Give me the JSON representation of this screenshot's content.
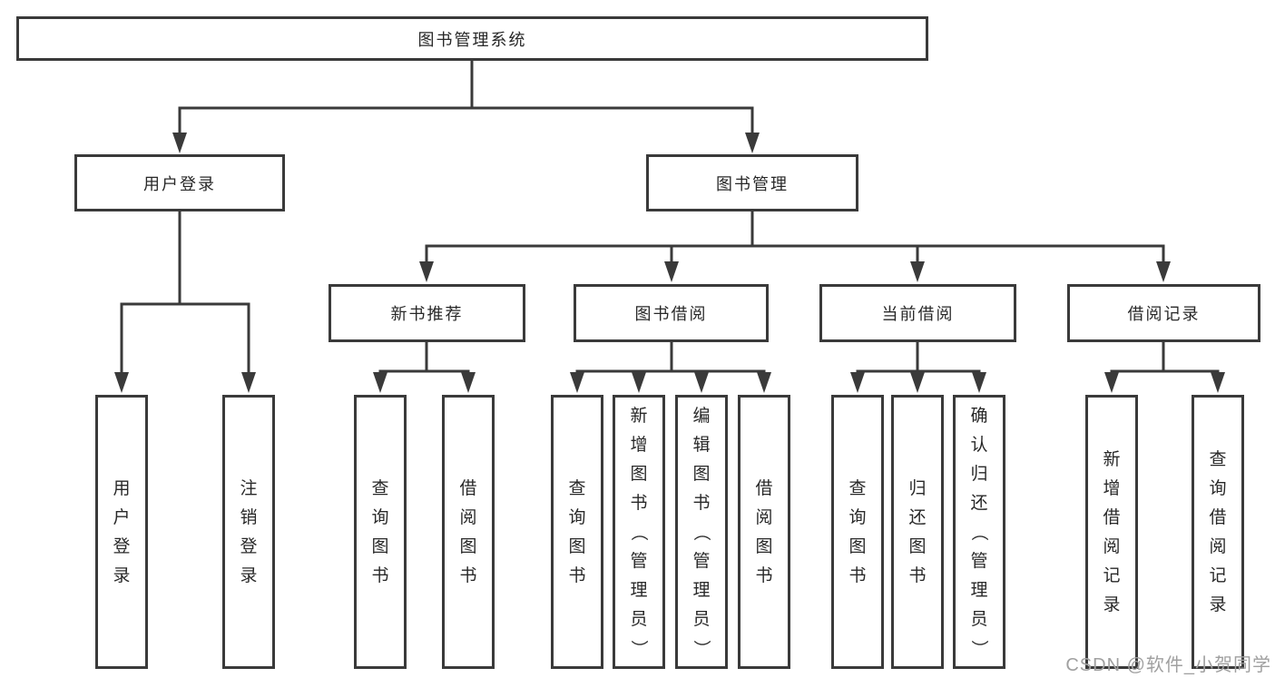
{
  "tree": {
    "root": {
      "label": "图书管理系统"
    },
    "branches": [
      {
        "label": "用户登录",
        "children": [
          {
            "label": "用户登录"
          },
          {
            "label": "注销登录"
          }
        ]
      },
      {
        "label": "图书管理",
        "children": [
          {
            "label": "新书推荐",
            "children": [
              {
                "label": "查询图书"
              },
              {
                "label": "借阅图书"
              }
            ]
          },
          {
            "label": "图书借阅",
            "children": [
              {
                "label": "查询图书"
              },
              {
                "label": "新增图书（管理员）"
              },
              {
                "label": "编辑图书（管理员）"
              },
              {
                "label": "借阅图书"
              }
            ]
          },
          {
            "label": "当前借阅",
            "children": [
              {
                "label": "查询图书"
              },
              {
                "label": "归还图书"
              },
              {
                "label": "确认归还（管理员）"
              }
            ]
          },
          {
            "label": "借阅记录",
            "children": [
              {
                "label": "新增借阅记录"
              },
              {
                "label": "查询借阅记录"
              }
            ]
          }
        ]
      }
    ]
  },
  "watermark": "CSDN @软件_小贺同学",
  "colors": {
    "line": "#3a3a3a",
    "text": "#282828",
    "watermark": "#a0a0a0",
    "background": "#ffffff"
  }
}
